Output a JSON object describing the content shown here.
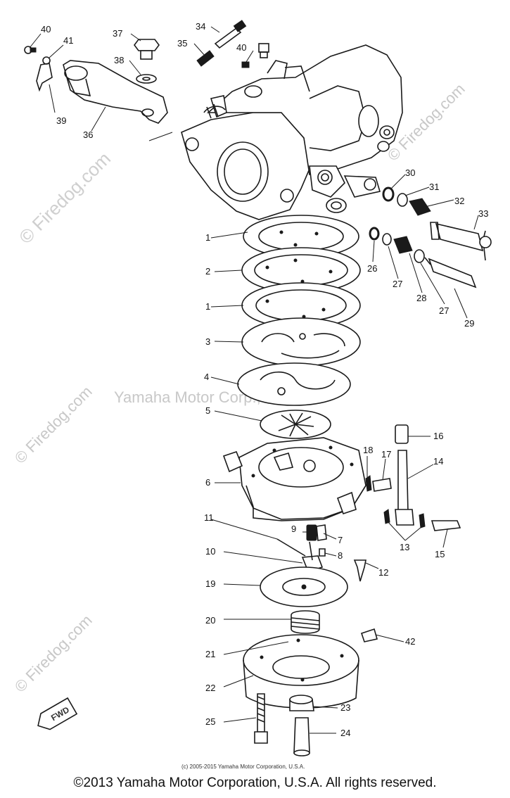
{
  "watermarks": {
    "side_1": "© Firedog.com",
    "side_2": "© Firedog.com",
    "side_3": "© Firedog.com",
    "side_4": "© Firedog.com",
    "center": "Yamaha Motor Corp., U.S.A."
  },
  "part_labels": {
    "p40a": "40",
    "p41": "41",
    "p37": "37",
    "p34": "34",
    "p35": "35",
    "p40b": "40",
    "p38": "38",
    "p39": "39",
    "p36": "36",
    "p30": "30",
    "p31": "31",
    "p32": "32",
    "p33": "33",
    "p1a": "1",
    "p2": "2",
    "p1b": "1",
    "p26": "26",
    "p27a": "27",
    "p28": "28",
    "p27b": "27",
    "p29": "29",
    "p3": "3",
    "p4": "4",
    "p5": "5",
    "p16": "16",
    "p18": "18",
    "p17": "17",
    "p14": "14",
    "p6": "6",
    "p11": "11",
    "p9": "9",
    "p7": "7",
    "p13": "13",
    "p15": "15",
    "p10": "10",
    "p8": "8",
    "p12": "12",
    "p19": "19",
    "p20": "20",
    "p42": "42",
    "p21": "21",
    "p22": "22",
    "p23": "23",
    "p25": "25",
    "p24": "24"
  },
  "fwd_badge": "FWD",
  "small_copyright": "(c) 2005-2015 Yamaha Motor Corporation, U.S.A.",
  "footer": "©2013 Yamaha Motor Corporation, U.S.A. All rights reserved."
}
